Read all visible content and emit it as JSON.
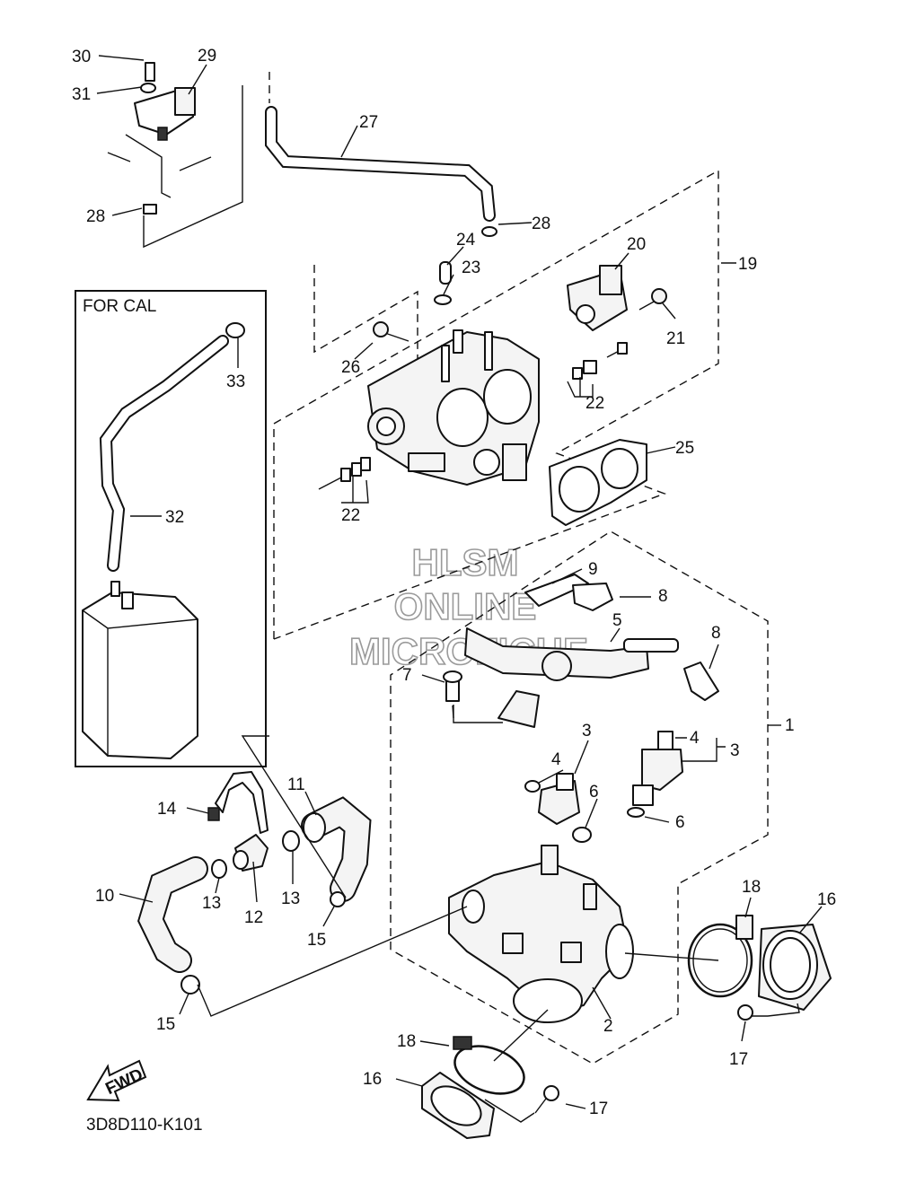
{
  "diagram_code": "3D8D110-K101",
  "inset_title": "FOR CAL",
  "fwd_label": "FWD",
  "watermark": {
    "line1": "HLSM",
    "line2": "ONLINE",
    "line3": "MICROFICHE"
  },
  "callouts": {
    "c1": "1",
    "c2": "2",
    "c3a": "3",
    "c3b": "3",
    "c4a": "4",
    "c4b": "4",
    "c5": "5",
    "c6a": "6",
    "c6b": "6",
    "c7": "7",
    "c8a": "8",
    "c8b": "8",
    "c9": "9",
    "c10": "10",
    "c11": "11",
    "c12": "12",
    "c13a": "13",
    "c13b": "13",
    "c14": "14",
    "c15a": "15",
    "c15b": "15",
    "c16a": "16",
    "c16b": "16",
    "c17a": "17",
    "c17b": "17",
    "c18a": "18",
    "c18b": "18",
    "c19": "19",
    "c20": "20",
    "c21": "21",
    "c22a": "22",
    "c22b": "22",
    "c23": "23",
    "c24": "24",
    "c25": "25",
    "c26": "26",
    "c27": "27",
    "c28a": "28",
    "c28b": "28",
    "c29": "29",
    "c30": "30",
    "c31": "31",
    "c32": "32",
    "c33": "33"
  }
}
